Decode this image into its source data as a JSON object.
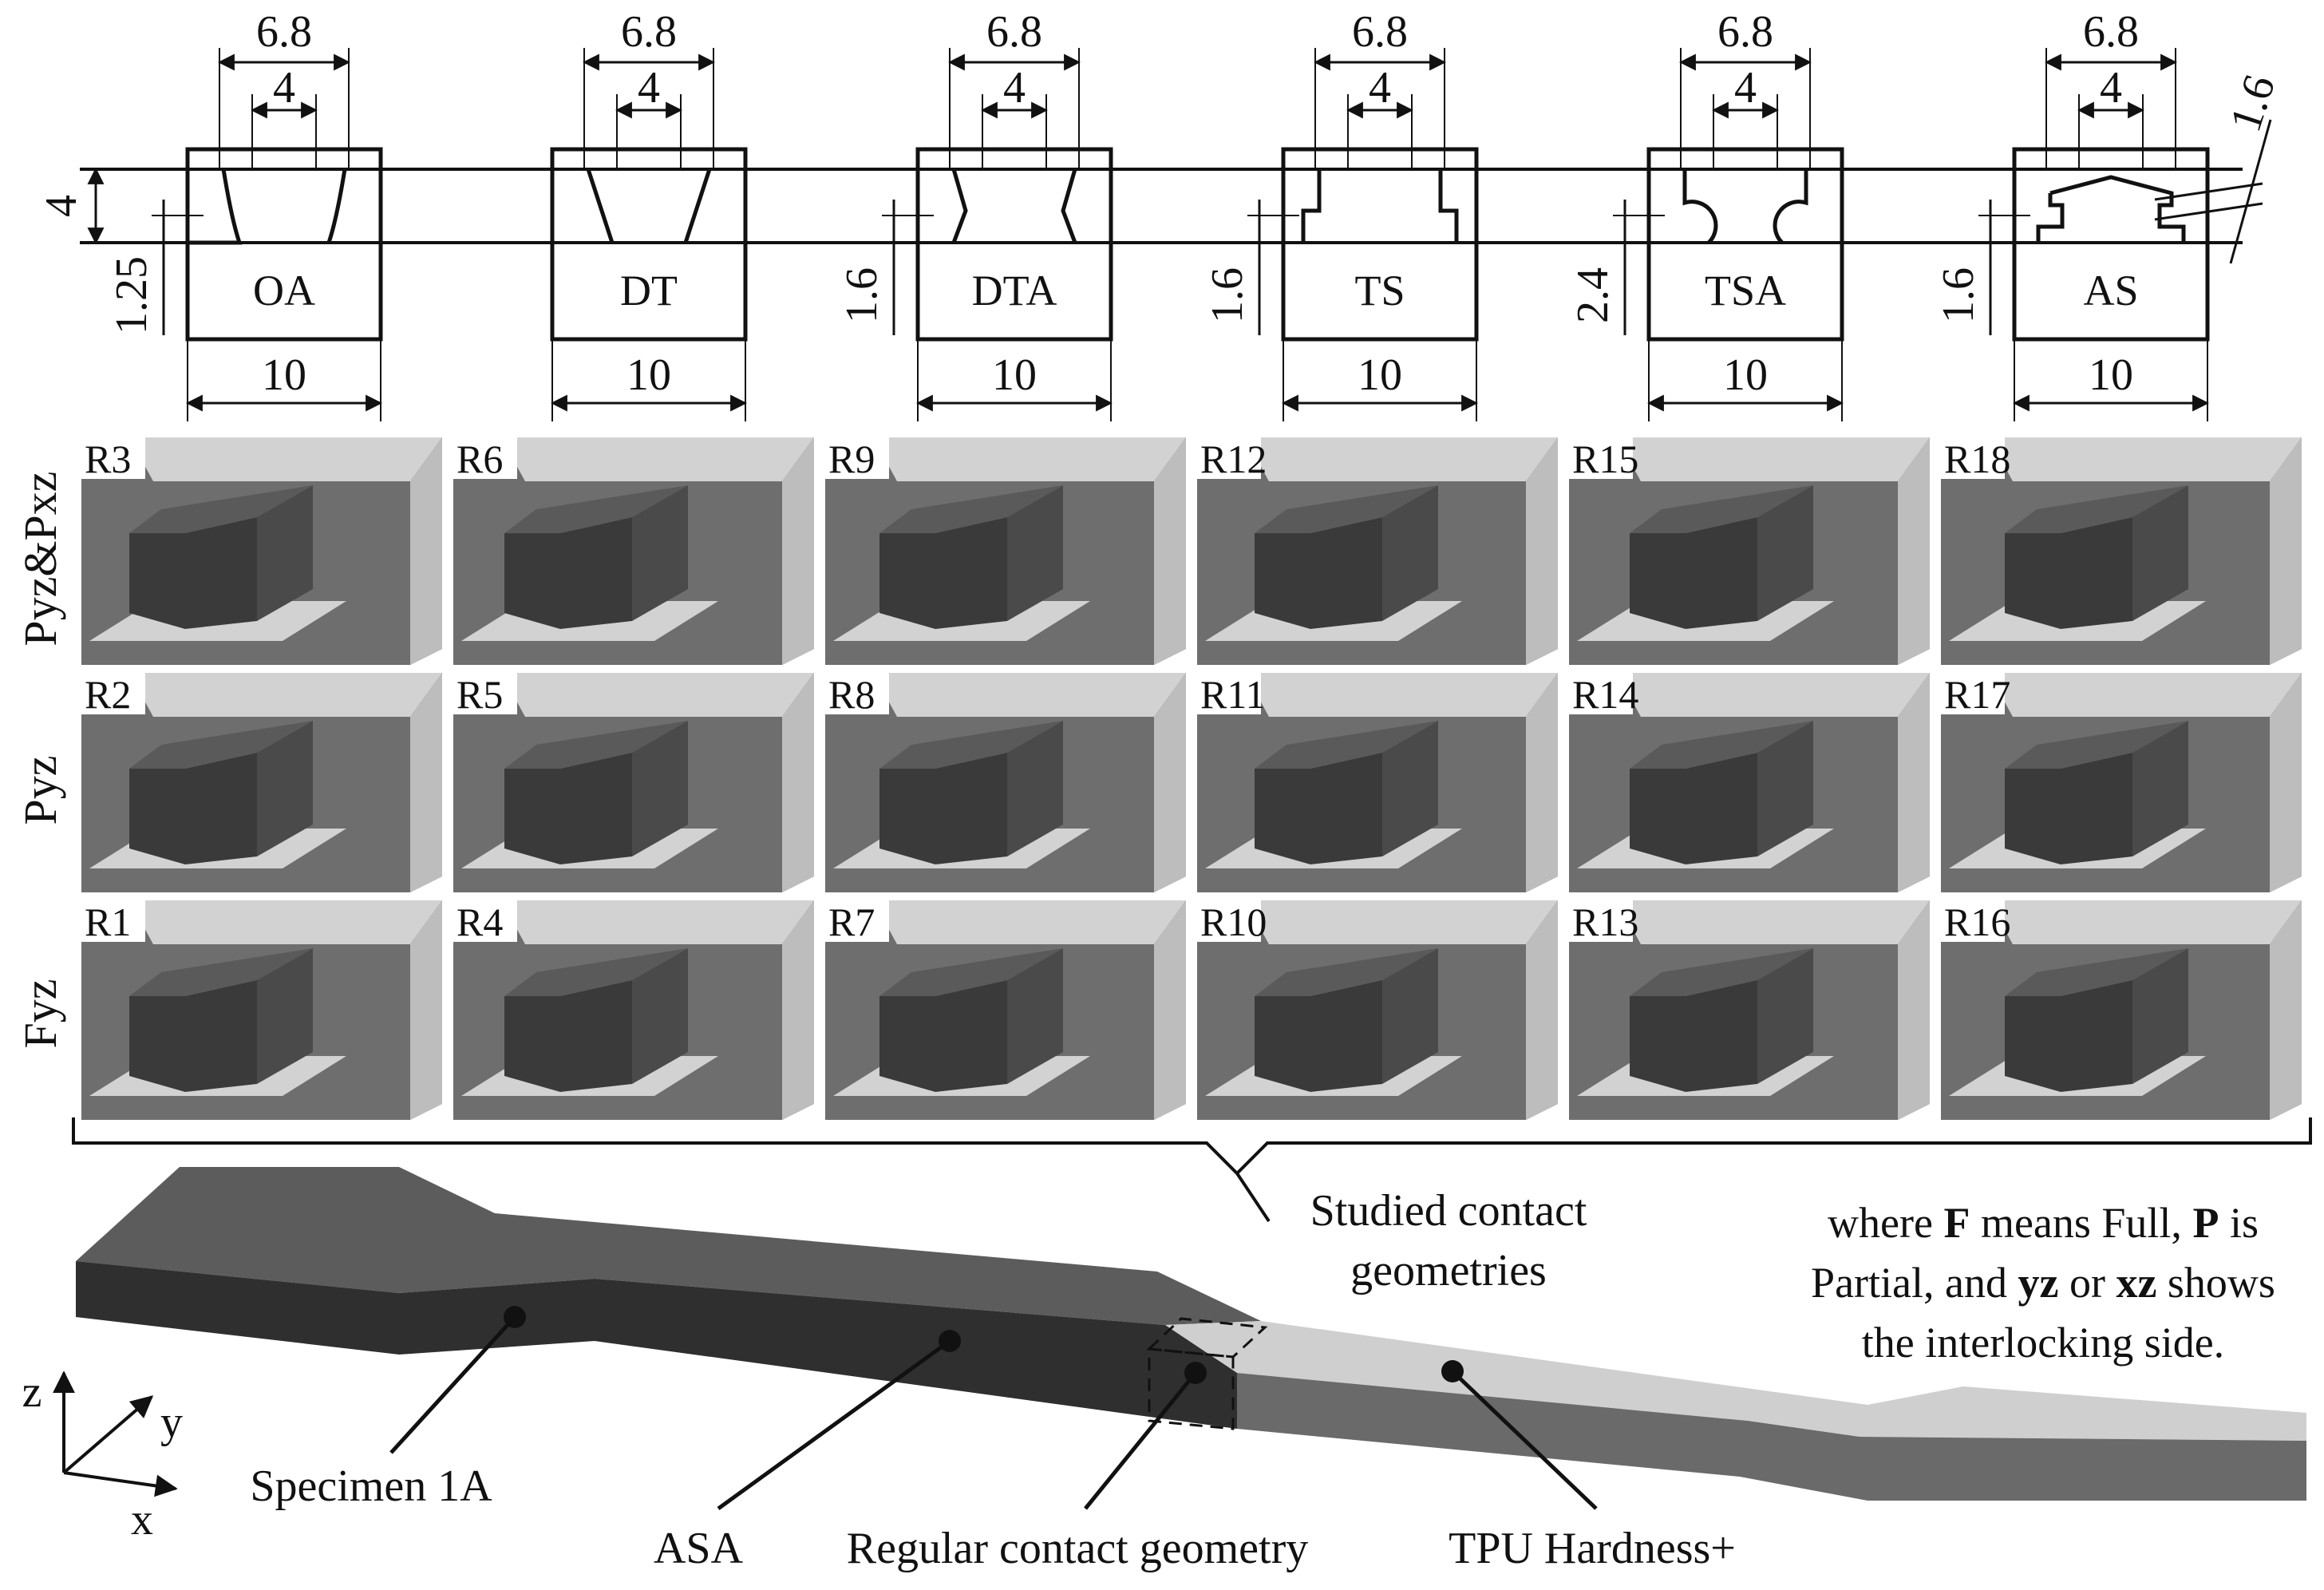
{
  "profiles": [
    {
      "name": "OA",
      "top_w": "6.8",
      "inner_w": "4",
      "base_w": "10",
      "left_dim": "1.25"
    },
    {
      "name": "DT",
      "top_w": "6.8",
      "inner_w": "4",
      "base_w": "10",
      "left_dim": ""
    },
    {
      "name": "DTA",
      "top_w": "6.8",
      "inner_w": "4",
      "base_w": "10",
      "left_dim": "1.6"
    },
    {
      "name": "TS",
      "top_w": "6.8",
      "inner_w": "4",
      "base_w": "10",
      "left_dim": "1.6"
    },
    {
      "name": "TSA",
      "top_w": "6.8",
      "inner_w": "4",
      "base_w": "10",
      "left_dim": "2.4"
    },
    {
      "name": "AS",
      "top_w": "6.8",
      "inner_w": "4",
      "base_w": "10",
      "left_dim": "1.6"
    }
  ],
  "height_dim": "4",
  "as_angle_dim": "1.6",
  "row_labels": [
    "Pyz&Pxz",
    "Pyz",
    "Fyz"
  ],
  "grid": [
    [
      "R3",
      "R6",
      "R9",
      "R12",
      "R15",
      "R18"
    ],
    [
      "R2",
      "R5",
      "R8",
      "R11",
      "R14",
      "R17"
    ],
    [
      "R1",
      "R4",
      "R7",
      "R10",
      "R13",
      "R16"
    ]
  ],
  "studied_label_1": "Studied contact",
  "studied_label_2": "geometries",
  "note": {
    "l1_a": "where ",
    "l1_b": "F",
    "l1_c": " means Full, ",
    "l1_d": "P",
    "l1_e": " is",
    "l2_a": "Partial, and ",
    "l2_b": "yz",
    "l2_c": " or ",
    "l2_d": "xz",
    "l2_e": " shows",
    "l3": "the interlocking side."
  },
  "callouts": {
    "specimen": "Specimen 1A",
    "asa": "ASA",
    "regular": "Regular contact geometry",
    "tpu": "TPU Hardness+"
  },
  "axes": {
    "z": "z",
    "y": "y",
    "x": "x"
  },
  "colors": {
    "dark": "#3a3a3a",
    "mid": "#6e6e6e",
    "light": "#d2d2d2",
    "lighter": "#bdbdbd"
  }
}
